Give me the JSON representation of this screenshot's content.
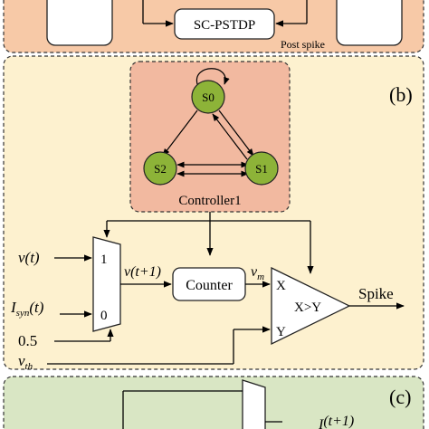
{
  "panel_a": {
    "block_label": "SC-PSTDP",
    "post_spike_label": "Post spike",
    "fill": "#f7c9a7"
  },
  "panel_b": {
    "tag": "(b)",
    "fill": "#fdf1cf",
    "controller": {
      "label": "Controller1",
      "fill": "#f2b9a0",
      "states": [
        "S0",
        "S1",
        "S2"
      ],
      "state_color": "#8db338"
    },
    "mux": {
      "input_top": "1",
      "input_bottom": "0"
    },
    "inputs": {
      "v_t": "v(t)",
      "i_syn": "I",
      "i_syn_sub": "syn",
      "i_syn_tail": "(t)",
      "const": "0.5",
      "v_th": "v",
      "v_th_sub": "th"
    },
    "signals": {
      "v_next": "v(t+1)",
      "v_m": "v",
      "v_m_sub": "m"
    },
    "counter_label": "Counter",
    "comparator": {
      "x": "X",
      "y": "Y",
      "op": "X>Y"
    },
    "output_label": "Spike"
  },
  "panel_c": {
    "tag": "(c)",
    "fill": "#d9e6c4",
    "partial_label": "I",
    "partial_label_sub": "",
    "partial_label_tail": "(t+1)"
  }
}
